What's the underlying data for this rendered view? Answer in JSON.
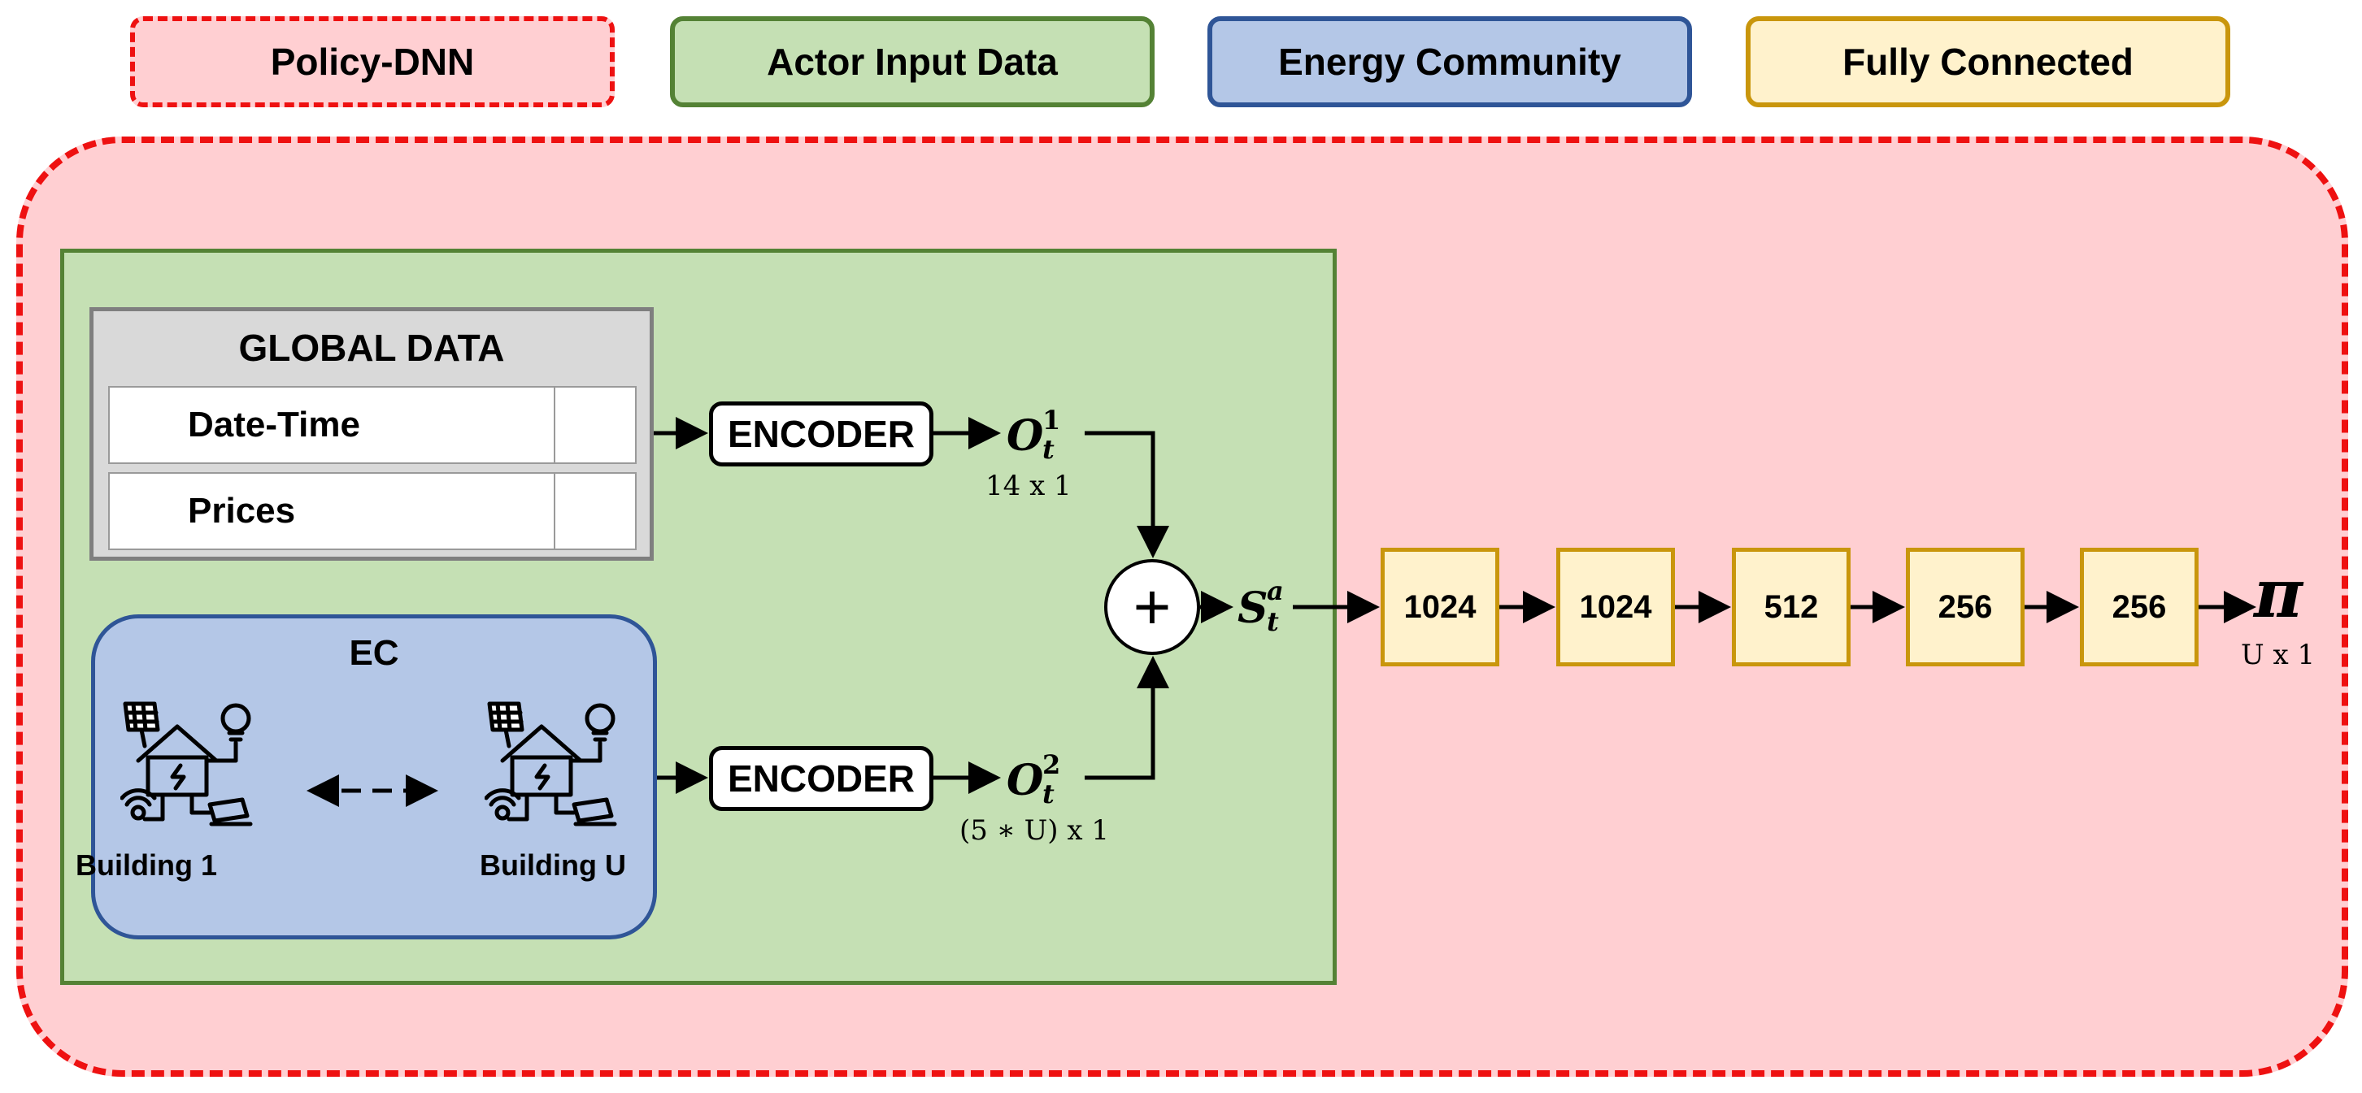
{
  "legend": {
    "policy_dnn": "Policy-DNN",
    "actor_input": "Actor Input Data",
    "energy_community": "Energy Community",
    "fully_connected": "Fully Connected"
  },
  "global": {
    "title": "GLOBAL DATA",
    "rows": [
      "Date-Time",
      "Prices"
    ]
  },
  "ec": {
    "title": "EC",
    "building_first": "Building 1",
    "building_last": "Building U"
  },
  "encoders": [
    "ENCODER",
    "ENCODER"
  ],
  "obs": {
    "o1_base": "O",
    "o1_sub": "t",
    "o1_sup": "1",
    "o1_dim": "14 x 1",
    "o2_base": "O",
    "o2_sub": "t",
    "o2_sup": "2",
    "o2_dim": "(5 ∗ U) x 1"
  },
  "combine": {
    "symbol": "+"
  },
  "state": {
    "base": "S",
    "sub": "t",
    "sup": "a"
  },
  "fc_layers": [
    "1024",
    "1024",
    "512",
    "256",
    "256"
  ],
  "output": {
    "symbol": "π",
    "dim": "U x 1"
  },
  "colors": {
    "policy_fill": "#ffcfd2",
    "policy_border": "#ee1111",
    "actor_fill": "#c5e0b4",
    "actor_border": "#548235",
    "ec_fill": "#b4c7e7",
    "ec_border": "#2f5597",
    "fc_fill": "#fff2cc",
    "fc_border": "#c9960c"
  }
}
